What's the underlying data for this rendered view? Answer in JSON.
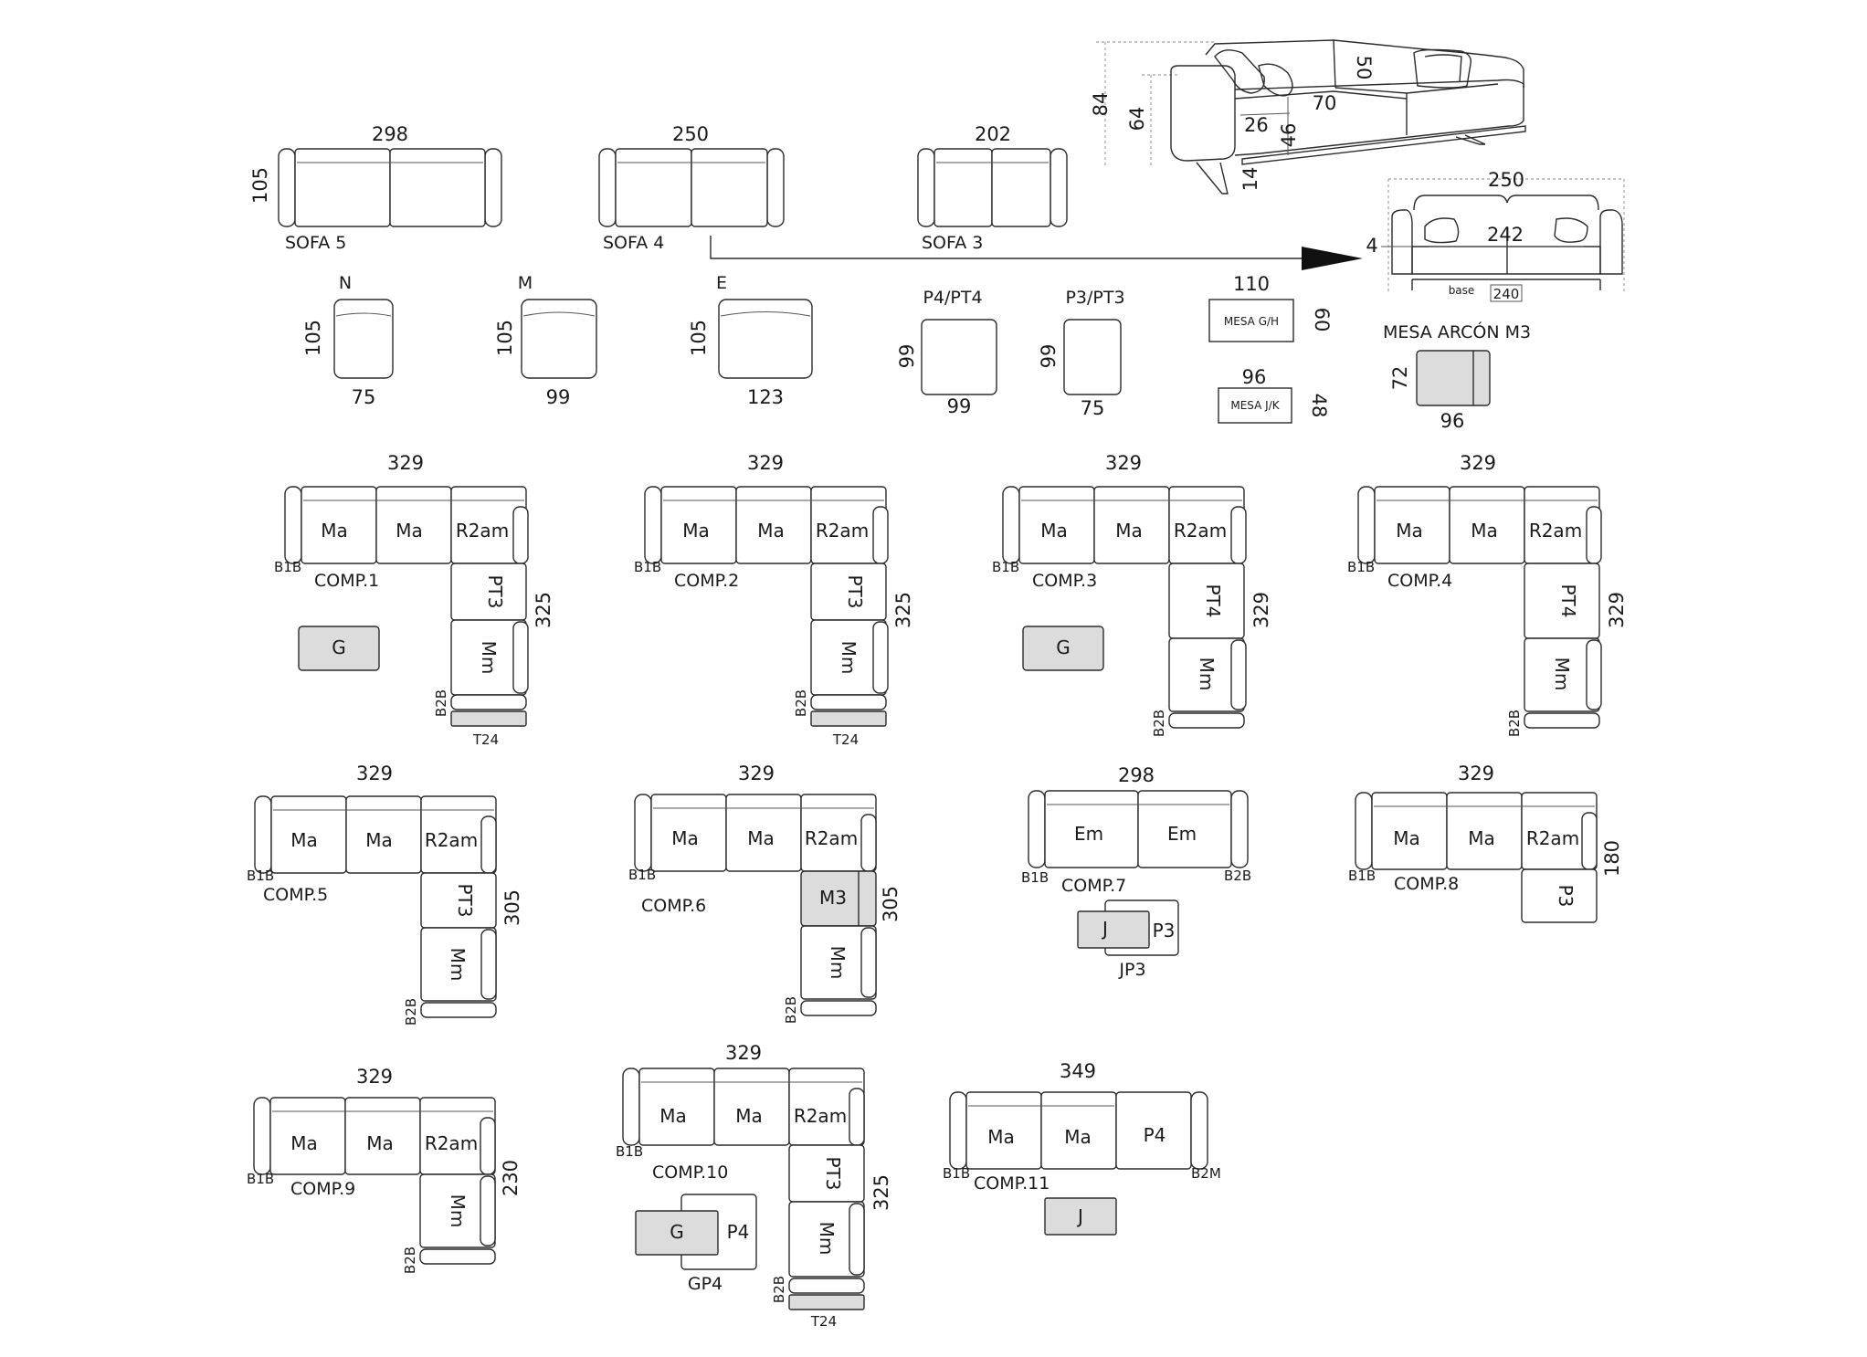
{
  "sofas": [
    {
      "name": "SOFA 5",
      "width": "298",
      "depth": "105"
    },
    {
      "name": "SOFA 4",
      "width": "250"
    },
    {
      "name": "SOFA 3",
      "width": "202"
    }
  ],
  "singles": [
    {
      "code": "N",
      "depth": "105",
      "width": "75"
    },
    {
      "code": "M",
      "depth": "105",
      "width": "99"
    },
    {
      "code": "E",
      "depth": "105",
      "width": "123"
    },
    {
      "code": "P4/PT4",
      "depth": "99",
      "width": "99"
    },
    {
      "code": "P3/PT3",
      "depth": "99",
      "width": "75"
    }
  ],
  "tables": [
    {
      "label": "MESA G/H",
      "width": "110",
      "depth": "60"
    },
    {
      "label": "MESA J/K",
      "width": "96",
      "depth": "48"
    }
  ],
  "mesa_arcon": {
    "label": "MESA ARCÓN M3",
    "width": "96",
    "depth": "72"
  },
  "side_view": {
    "d84": "84",
    "d64": "64",
    "d50": "50",
    "d70": "70",
    "d26": "26",
    "d46": "46",
    "d14": "14"
  },
  "front_view": {
    "d250": "250",
    "d242": "242",
    "d4": "4",
    "base": "base",
    "d240": "240"
  },
  "comps": [
    {
      "name": "COMP.1",
      "top": "329",
      "side": "325",
      "m": [
        "Ma",
        "Ma",
        "R2am",
        "PT3",
        "Mm"
      ],
      "arm": "B1B",
      "end": "B2B",
      "tail": "T24",
      "table": "G"
    },
    {
      "name": "COMP.2",
      "top": "329",
      "side": "325",
      "m": [
        "Ma",
        "Ma",
        "R2am",
        "PT3",
        "Mm"
      ],
      "arm": "B1B",
      "end": "B2B",
      "tail": "T24"
    },
    {
      "name": "COMP.3",
      "top": "329",
      "side": "329",
      "m": [
        "Ma",
        "Ma",
        "R2am",
        "PT4",
        "Mm"
      ],
      "arm": "B1B",
      "end": "B2B",
      "table": "G"
    },
    {
      "name": "COMP.4",
      "top": "329",
      "side": "329",
      "m": [
        "Ma",
        "Ma",
        "R2am",
        "PT4",
        "Mm"
      ],
      "arm": "B1B",
      "end": "B2B"
    },
    {
      "name": "COMP.5",
      "top": "329",
      "side": "305",
      "m": [
        "Ma",
        "Ma",
        "R2am",
        "PT3",
        "Mm"
      ],
      "arm": "B1B",
      "end": "B2B"
    },
    {
      "name": "COMP.6",
      "top": "329",
      "side": "305",
      "m": [
        "Ma",
        "Ma",
        "R2am",
        "M3",
        "Mm"
      ],
      "arm": "B1B",
      "end": "B2B"
    },
    {
      "name": "COMP.7",
      "top": "298",
      "m": [
        "Em",
        "Em"
      ],
      "arm": "B1B",
      "end": "B2B",
      "j": "J",
      "p": "P3",
      "combo": "JP3"
    },
    {
      "name": "COMP.8",
      "top": "329",
      "side": "180",
      "m": [
        "Ma",
        "Ma",
        "R2am",
        "P3"
      ],
      "arm": "B1B"
    },
    {
      "name": "COMP.9",
      "top": "329",
      "side": "230",
      "m": [
        "Ma",
        "Ma",
        "R2am",
        "Mm"
      ],
      "arm": "B1B",
      "end": "B2B"
    },
    {
      "name": "COMP.10",
      "top": "329",
      "side": "325",
      "m": [
        "Ma",
        "Ma",
        "R2am",
        "PT3",
        "Mm"
      ],
      "arm": "B1B",
      "end": "B2B",
      "tail": "T24",
      "g": "G",
      "p": "P4",
      "combo": "GP4"
    },
    {
      "name": "COMP.11",
      "top": "349",
      "m": [
        "Ma",
        "Ma",
        "P4"
      ],
      "arm": "B1B",
      "end": "B2M",
      "table": "J"
    }
  ]
}
